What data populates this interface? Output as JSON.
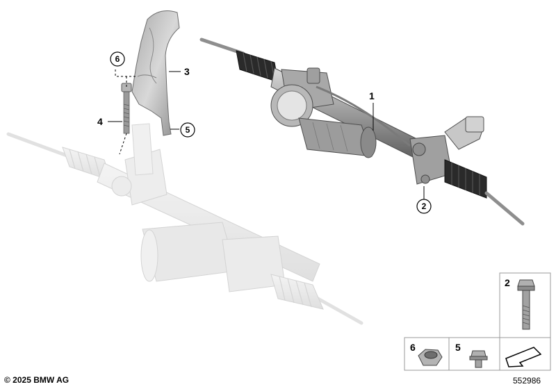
{
  "callouts": {
    "c1": "1",
    "c2": "2",
    "c3": "3",
    "c4": "4",
    "c5": "5",
    "c6": "6"
  },
  "parts_panel": {
    "box2": "2",
    "box5": "5",
    "box6": "6"
  },
  "footer": {
    "copyright": "© 2025 BMW AG",
    "doc_number": "552986"
  }
}
